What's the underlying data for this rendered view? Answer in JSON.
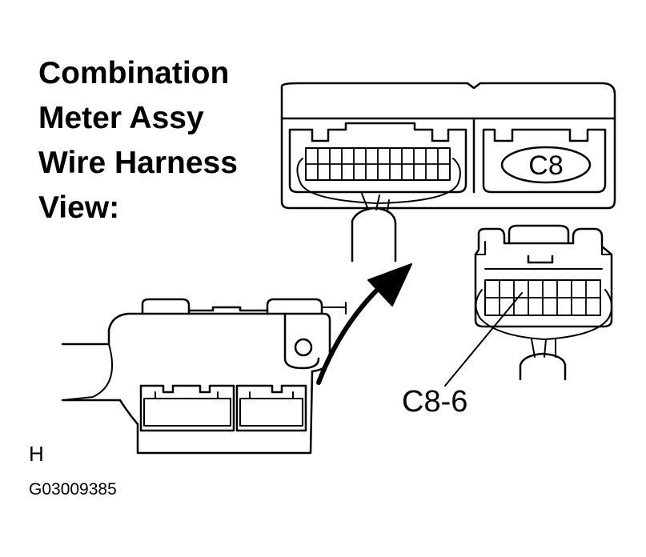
{
  "title": {
    "lines": [
      "Combination",
      "Meter Assy",
      "Wire Harness",
      "View:"
    ]
  },
  "labels": {
    "connector_code": "C8",
    "pin_callout": "C8-6",
    "view_marker": "H",
    "figure_id": "G03009385"
  },
  "colors": {
    "line": "#000000",
    "background": "#ffffff"
  }
}
